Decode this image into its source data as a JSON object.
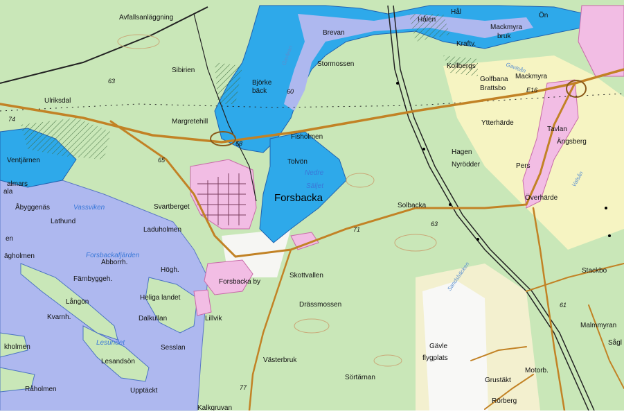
{
  "colors": {
    "forest": "#c9e7b8",
    "open_land": "#f6f4c2",
    "sea": "#aeb8ef",
    "lake": "#2ea9ea",
    "urban": "#f2bde4",
    "road": "#c28225",
    "rail": "#222222"
  },
  "places": [
    {
      "id": "avfall",
      "text": "Avfallsanläggning",
      "type": "lbl"
    },
    {
      "id": "brevan",
      "text": "Brevan",
      "type": "lbl"
    },
    {
      "id": "hal",
      "text": "Hål",
      "type": "lbl"
    },
    {
      "id": "halen",
      "text": "Hålen",
      "type": "lbl"
    },
    {
      "id": "on",
      "text": "Ön",
      "type": "lbl"
    },
    {
      "id": "mackmyra_bruk1",
      "text": "Mackmyra",
      "type": "lbl"
    },
    {
      "id": "mackmyra_bruk2",
      "text": "bruk",
      "type": "lbl"
    },
    {
      "id": "kraftv",
      "text": "Kraftv.",
      "type": "lbl"
    },
    {
      "id": "kollbergs",
      "text": "Kollbergs",
      "type": "lbl"
    },
    {
      "id": "stormossen",
      "text": "Stormossen",
      "type": "lbl"
    },
    {
      "id": "sibirien",
      "text": "Sibirien",
      "type": "lbl"
    },
    {
      "id": "bjorke",
      "text": "Björke",
      "type": "lbl"
    },
    {
      "id": "back",
      "text": "bäck",
      "type": "lbl"
    },
    {
      "id": "golfbana",
      "text": "Golfbana",
      "type": "lbl"
    },
    {
      "id": "brattsbo",
      "text": "Brattsbo",
      "type": "lbl"
    },
    {
      "id": "mackmyra",
      "text": "Mackmyra",
      "type": "lbl"
    },
    {
      "id": "ulriksdal",
      "text": "Ulriksdal",
      "type": "lbl"
    },
    {
      "id": "margretehill",
      "text": "Margretehill",
      "type": "lbl"
    },
    {
      "id": "ytterharde",
      "text": "Ytterhärde",
      "type": "lbl"
    },
    {
      "id": "tavlan",
      "text": "Tavlan",
      "type": "lbl"
    },
    {
      "id": "angsberg",
      "text": "Ängsberg",
      "type": "lbl"
    },
    {
      "id": "fisholmen",
      "text": "Fisholmen",
      "type": "lbl"
    },
    {
      "id": "hagen",
      "text": "Hagen",
      "type": "lbl"
    },
    {
      "id": "nyrodder",
      "text": "Nyrödder",
      "type": "lbl"
    },
    {
      "id": "pers",
      "text": "Pers",
      "type": "lbl"
    },
    {
      "id": "ventjarnen",
      "text": "Ventjärnen",
      "type": "lbl"
    },
    {
      "id": "tolvon",
      "text": "Tolvön",
      "type": "lbl"
    },
    {
      "id": "almars",
      "text": "almars",
      "type": "lbl"
    },
    {
      "id": "ala",
      "text": "ala",
      "type": "lbl"
    },
    {
      "id": "forsbacka",
      "text": "Forsbacka",
      "type": "lbl-big"
    },
    {
      "id": "overharde",
      "text": "Överhärde",
      "type": "lbl"
    },
    {
      "id": "abyggenas",
      "text": "Åbyggenäs",
      "type": "lbl"
    },
    {
      "id": "svartberget",
      "text": "Svartberget",
      "type": "lbl"
    },
    {
      "id": "solbacka",
      "text": "Solbacka",
      "type": "lbl"
    },
    {
      "id": "lathund",
      "text": "Lathund",
      "type": "lbl"
    },
    {
      "id": "laduholmen",
      "text": "Laduholmen",
      "type": "lbl"
    },
    {
      "id": "en",
      "text": "en",
      "type": "lbl"
    },
    {
      "id": "agholmen",
      "text": "ägholmen",
      "type": "lbl"
    },
    {
      "id": "abborrh",
      "text": "Abborrh.",
      "type": "lbl"
    },
    {
      "id": "hogh",
      "text": "Högh.",
      "type": "lbl"
    },
    {
      "id": "stackbo",
      "text": "Stackbo",
      "type": "lbl"
    },
    {
      "id": "farnbyggeh",
      "text": "Färnbyggeh.",
      "type": "lbl"
    },
    {
      "id": "forsbacka_by",
      "text": "Forsbacka by",
      "type": "lbl"
    },
    {
      "id": "skottvallen",
      "text": "Skottvallen",
      "type": "lbl"
    },
    {
      "id": "langon",
      "text": "Långön",
      "type": "lbl"
    },
    {
      "id": "heliga",
      "text": "Heliga landet",
      "type": "lbl"
    },
    {
      "id": "drassmossen",
      "text": "Drässmossen",
      "type": "lbl"
    },
    {
      "id": "kvarnh",
      "text": "Kvarnh.",
      "type": "lbl"
    },
    {
      "id": "dalkullan",
      "text": "Dalkullan",
      "type": "lbl"
    },
    {
      "id": "lillvik",
      "text": "Lillvik",
      "type": "lbl"
    },
    {
      "id": "malmmyran",
      "text": "Malmmyran",
      "type": "lbl"
    },
    {
      "id": "sag",
      "text": "Sågl",
      "type": "lbl"
    },
    {
      "id": "kholmen",
      "text": "kholmen",
      "type": "lbl"
    },
    {
      "id": "sesslan",
      "text": "Sesslan",
      "type": "lbl"
    },
    {
      "id": "gavle",
      "text": "Gävle",
      "type": "lbl"
    },
    {
      "id": "flygplats",
      "text": "flygplats",
      "type": "lbl"
    },
    {
      "id": "lesandson",
      "text": "Lesandsön",
      "type": "lbl"
    },
    {
      "id": "vasterbruk",
      "text": "Västerbruk",
      "type": "lbl"
    },
    {
      "id": "grustakt",
      "text": "Grustäkt",
      "type": "lbl"
    },
    {
      "id": "motorb",
      "text": "Motorb.",
      "type": "lbl"
    },
    {
      "id": "raholmen",
      "text": "Råholmen",
      "type": "lbl"
    },
    {
      "id": "sortarnan",
      "text": "Sörtärnan",
      "type": "lbl"
    },
    {
      "id": "upptackt",
      "text": "Upptäckt",
      "type": "lbl"
    },
    {
      "id": "rorberg",
      "text": "Rörberg",
      "type": "lbl"
    },
    {
      "id": "kalkgruvan",
      "text": "Kalkgruvan",
      "type": "lbl"
    }
  ],
  "water_labels": [
    {
      "id": "nedre",
      "text": "Nedre"
    },
    {
      "id": "saljet",
      "text": "Säljet"
    },
    {
      "id": "vassviken",
      "text": "Vassviken"
    },
    {
      "id": "forsbackafjarden",
      "text": "Forsbackafjärden"
    },
    {
      "id": "lesundet",
      "text": "Lesundet"
    }
  ],
  "stream_labels": [
    {
      "id": "gavlean",
      "text": "Gavlean"
    },
    {
      "id": "gavlean2",
      "text": "Gavleån"
    },
    {
      "id": "sandsbacken",
      "text": "Sandsbäcken"
    },
    {
      "id": "valsan",
      "text": "Valsån"
    }
  ],
  "road_numbers": [
    {
      "id": "r63a",
      "text": "63"
    },
    {
      "id": "r74",
      "text": "74"
    },
    {
      "id": "r68",
      "text": "68"
    },
    {
      "id": "r65",
      "text": "65"
    },
    {
      "id": "r60",
      "text": "60"
    },
    {
      "id": "r71",
      "text": "71"
    },
    {
      "id": "r63b",
      "text": "63"
    },
    {
      "id": "r61",
      "text": "61"
    },
    {
      "id": "r77",
      "text": "77"
    },
    {
      "id": "re16",
      "text": "E16"
    }
  ]
}
